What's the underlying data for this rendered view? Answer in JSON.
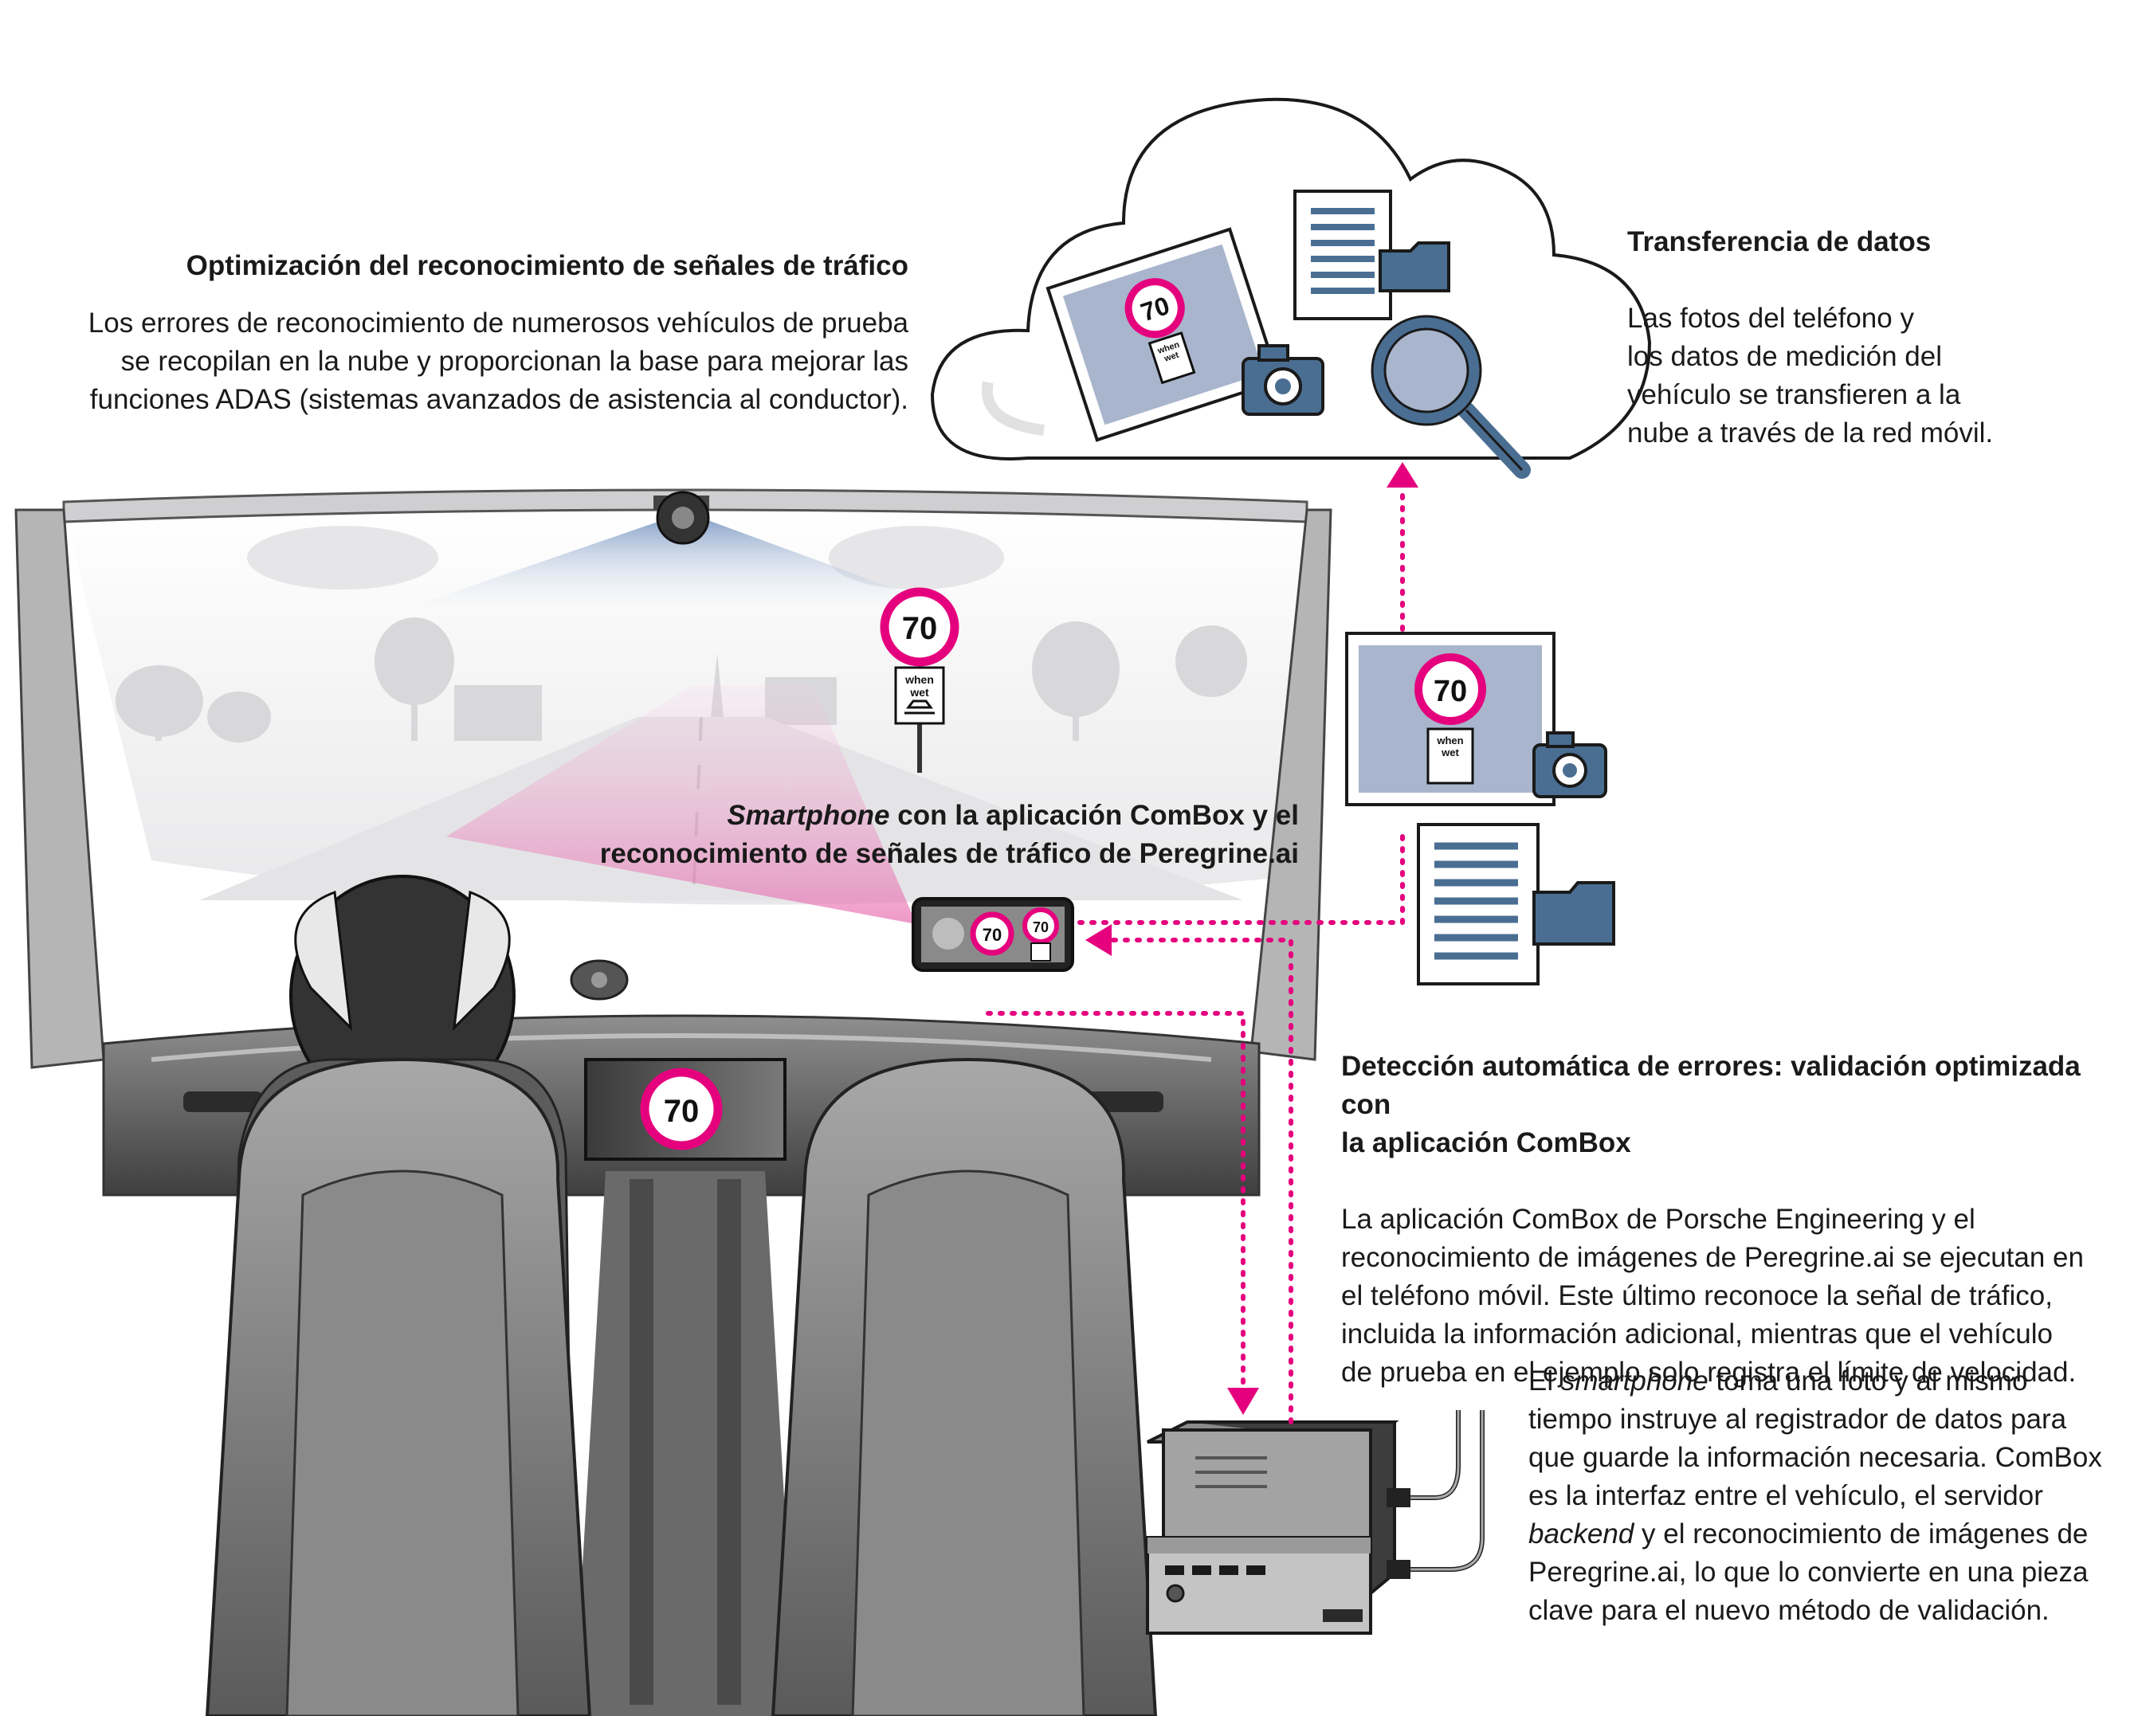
{
  "sections": {
    "optimization": {
      "title": "Optimización del reconocimiento de señales de tráfico",
      "lines": [
        "Los errores de reconocimiento de numerosos vehículos de prueba",
        "se recopilan en la nube y proporcionan la base para mejorar las",
        "funciones ADAS (sistemas avanzados de asistencia al conductor)."
      ]
    },
    "transfer": {
      "title": "Transferencia de datos",
      "lines": [
        "Las fotos del teléfono y",
        "los datos de medición del",
        "vehículo se transfieren a la",
        "nube a través de la red móvil."
      ]
    },
    "smartphone": {
      "title_em": "Smartphone",
      "title_rest": " con la aplicación ComBox y el",
      "title_line2": "reconocimiento de señales de tráfico de Peregrine.ai"
    },
    "detection": {
      "title_line1": "Detección automática de errores: validación optimizada con",
      "title_line2": "la aplicación ComBox",
      "lines": [
        "La aplicación ComBox de Porsche Engineering y el",
        "reconocimiento de imágenes de Peregrine.ai se ejecutan en",
        "el teléfono móvil. Este último reconoce la señal de tráfico,",
        "incluida la información adicional, mientras que el vehículo",
        "de prueba en el ejemplo solo registra el límite de velocidad."
      ]
    },
    "combox": {
      "l1_pre": "El ",
      "l1_em": "smartphone",
      "l1_post": " toma una foto y al mismo",
      "l2": "tiempo instruye al registrador de datos para",
      "l3": "que guarde la información necesaria. ComBox",
      "l4": "es la interfaz entre el vehículo, el servidor",
      "l5_em": "backend",
      "l5_post": " y el reconocimiento de imágenes de",
      "l6": "Peregrine.ai, lo que lo convierte en una pieza",
      "l7": "clave para el nuevo método de validación."
    }
  },
  "signs": {
    "speed": "70",
    "when": "when",
    "wet": "wet"
  },
  "colors": {
    "magenta": "#e5007d",
    "icon_blue": "#4a6e92",
    "photo_bg": "#a9b5cc",
    "line": "#1a1a1a"
  },
  "icons": [
    "cloud-icon",
    "camera-icon",
    "document-icon",
    "folder-icon",
    "magnifier-icon",
    "speed-limit-sign-icon",
    "when-wet-sign-icon",
    "smartphone-icon",
    "data-logger-icon",
    "dashcam-icon"
  ]
}
